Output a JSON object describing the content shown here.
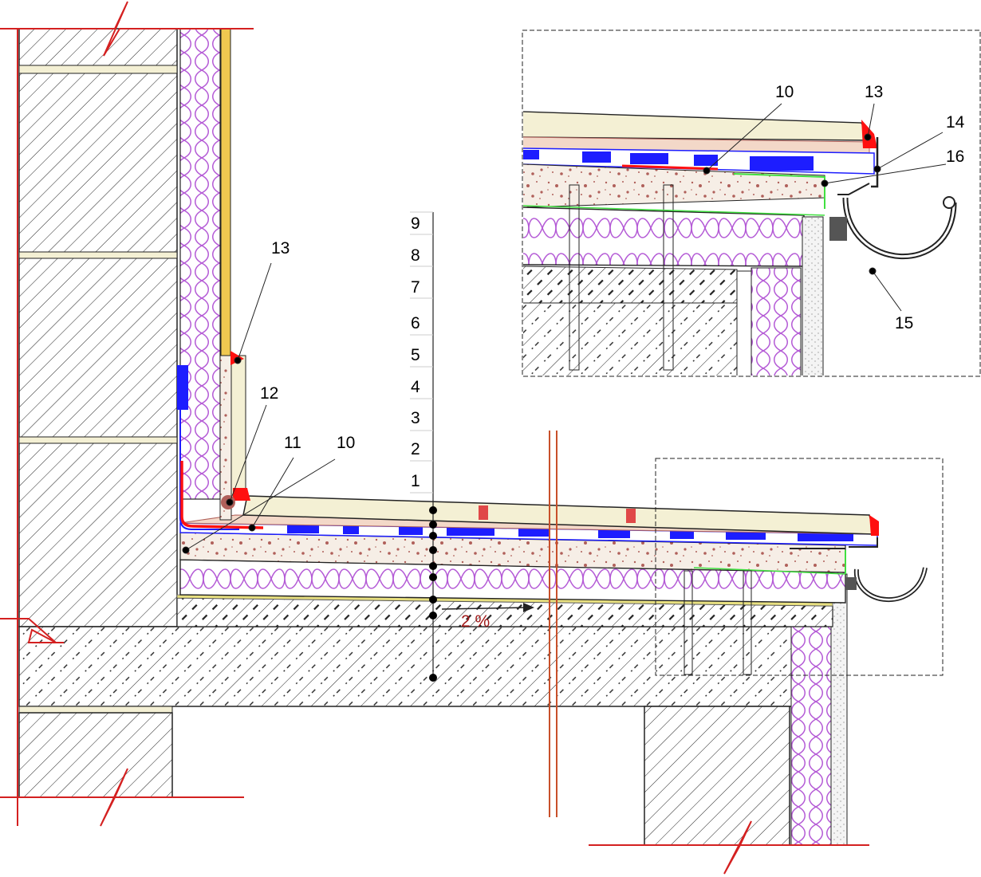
{
  "layer_numbers": [
    "9",
    "8",
    "7",
    "6",
    "5",
    "4",
    "3",
    "2",
    "1"
  ],
  "callouts": {
    "main": {
      "c13": "13",
      "c12": "12",
      "c11": "11",
      "c10": "10"
    },
    "detail": {
      "c10": "10",
      "c13": "13",
      "c14": "14",
      "c16": "16",
      "c15": "15"
    }
  },
  "slope_label": "2 %",
  "colors": {
    "break_line": "#d42020",
    "membrane_blue": "#1d1dff",
    "sealant_red": "#ff1010",
    "insulation_purple": "#b45ad6",
    "topping_beige": "#f4f0d4",
    "gravel_dots": "#b0605a",
    "green_flashing": "#40e040",
    "orange_joint": "#c8502a",
    "yellow_board": "#f0c850"
  }
}
